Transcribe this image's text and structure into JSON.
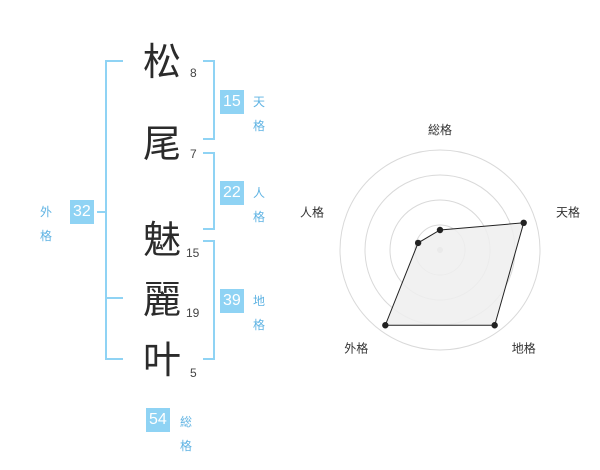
{
  "name": {
    "surname": [
      {
        "char": "松",
        "strokes": "8"
      },
      {
        "char": "尾",
        "strokes": "7"
      }
    ],
    "given": [
      {
        "char": "魅",
        "strokes": "15"
      },
      {
        "char": "麗",
        "strokes": "19"
      },
      {
        "char": "叶",
        "strokes": "5"
      }
    ]
  },
  "fortunes": {
    "tenkaku": {
      "value": "15",
      "label": "天格"
    },
    "jinkaku": {
      "value": "22",
      "label": "人格"
    },
    "chikaku": {
      "value": "39",
      "label": "地格"
    },
    "gaikaku": {
      "value": "32",
      "label": "外格"
    },
    "soukaku": {
      "value": "54",
      "label": "総格"
    }
  },
  "colors": {
    "accent": "#8fd3f4",
    "label_text": "#5fb3e3",
    "radar_fill": "#eeeeee",
    "radar_stroke": "#222222"
  },
  "chart_data": {
    "type": "radar",
    "axes": [
      "総格",
      "天格",
      "地格",
      "外格",
      "人格"
    ],
    "series": [
      {
        "values": [
          0.2,
          0.88,
          0.93,
          0.93,
          0.23
        ]
      }
    ],
    "range": [
      0,
      1
    ],
    "rings": 4
  }
}
